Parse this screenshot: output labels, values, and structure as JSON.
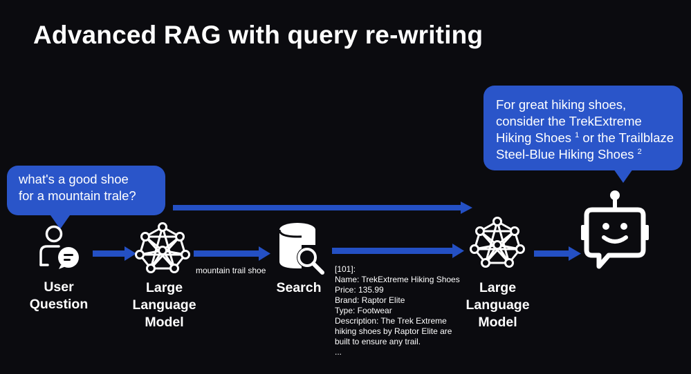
{
  "title": "Advanced RAG with query re-writing",
  "user_bubble": {
    "line1": "what's a good shoe",
    "line2": "for a mountain trale?"
  },
  "bot_bubble": {
    "line1": "For great hiking shoes,",
    "line2": "consider the TrekExtreme",
    "line3a": "Hiking Shoes",
    "cite1": "1",
    "line3b": " or the Trailblaze",
    "line4": "Steel-Blue Hiking Shoes",
    "cite2": "2"
  },
  "nodes": {
    "user": {
      "line1": "User",
      "line2": "Question",
      "icon": "user-chat-icon"
    },
    "llm1": {
      "line1": "Large",
      "line2": "Language",
      "line3": "Model",
      "icon": "neural-network-icon"
    },
    "search": {
      "label": "Search",
      "icon": "database-search-icon"
    },
    "llm2": {
      "line1": "Large",
      "line2": "Language",
      "line3": "Model",
      "icon": "neural-network-icon"
    },
    "bot": {
      "icon": "robot-icon"
    }
  },
  "rewritten_query": "mountain trail shoe",
  "search_result": {
    "id": "[101]:",
    "name": "Name: TrekExtreme Hiking Shoes",
    "price": "Price: 135.99",
    "brand": "Brand: Raptor Elite",
    "type": "Type: Footwear",
    "desc1": "Description: The Trek Extreme",
    "desc2": "hiking shoes by Raptor Elite are",
    "desc3": "built to ensure any trail.",
    "ellipsis": "..."
  },
  "colors": {
    "accent": "#2a55c9",
    "arrow": "#2450c4",
    "background": "#0b0b0f"
  }
}
